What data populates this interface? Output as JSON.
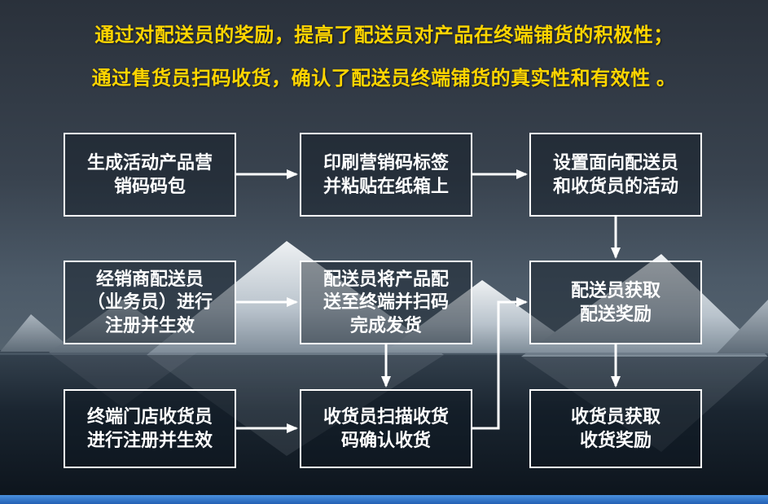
{
  "title": {
    "line1": "通过对配送员的奖励，提高了配送员对产品在终端铺货的积极性；",
    "line2": "通过售货员扫码收货，确认了配送员终端铺货的真实性和有效性 。"
  },
  "flowchart": {
    "boxes": [
      {
        "id": "generate-code-pack",
        "label": "生成活动产品营\n销码码包"
      },
      {
        "id": "print-labels",
        "label": "印刷营销码标签\n并粘贴在纸箱上"
      },
      {
        "id": "setup-activity",
        "label": "设置面向配送员\n和收货员的活动"
      },
      {
        "id": "distributor-register",
        "label": "经销商配送员\n（业务员）进行\n注册并生效"
      },
      {
        "id": "deliver-and-scan",
        "label": "配送员将产品配\n送至终端并扫码\n完成发货"
      },
      {
        "id": "courier-reward",
        "label": "配送员获取\n配送奖励"
      },
      {
        "id": "receiver-register",
        "label": "终端门店收货员\n进行注册并生效"
      },
      {
        "id": "receiver-scan",
        "label": "收货员扫描收货\n码确认收货"
      },
      {
        "id": "receiver-reward",
        "label": "收货员获取\n收货奖励"
      }
    ],
    "connections": [
      {
        "from": "generate-code-pack",
        "to": "print-labels"
      },
      {
        "from": "print-labels",
        "to": "setup-activity"
      },
      {
        "from": "setup-activity",
        "to": "courier-reward"
      },
      {
        "from": "distributor-register",
        "to": "deliver-and-scan"
      },
      {
        "from": "deliver-and-scan",
        "to": "receiver-scan"
      },
      {
        "from": "receiver-register",
        "to": "receiver-scan"
      },
      {
        "from": "receiver-scan",
        "to": "courier-reward"
      },
      {
        "from": "courier-reward",
        "to": "receiver-reward"
      }
    ]
  },
  "colors": {
    "title_text": "#FFD500",
    "box_border": "#FFFFFF",
    "box_text": "#FFFFFF",
    "arrow": "#FFFFFF",
    "bottom_bar": "#2F7BD6",
    "background_sky": "#2A313B",
    "background_water": "#0C131B"
  }
}
